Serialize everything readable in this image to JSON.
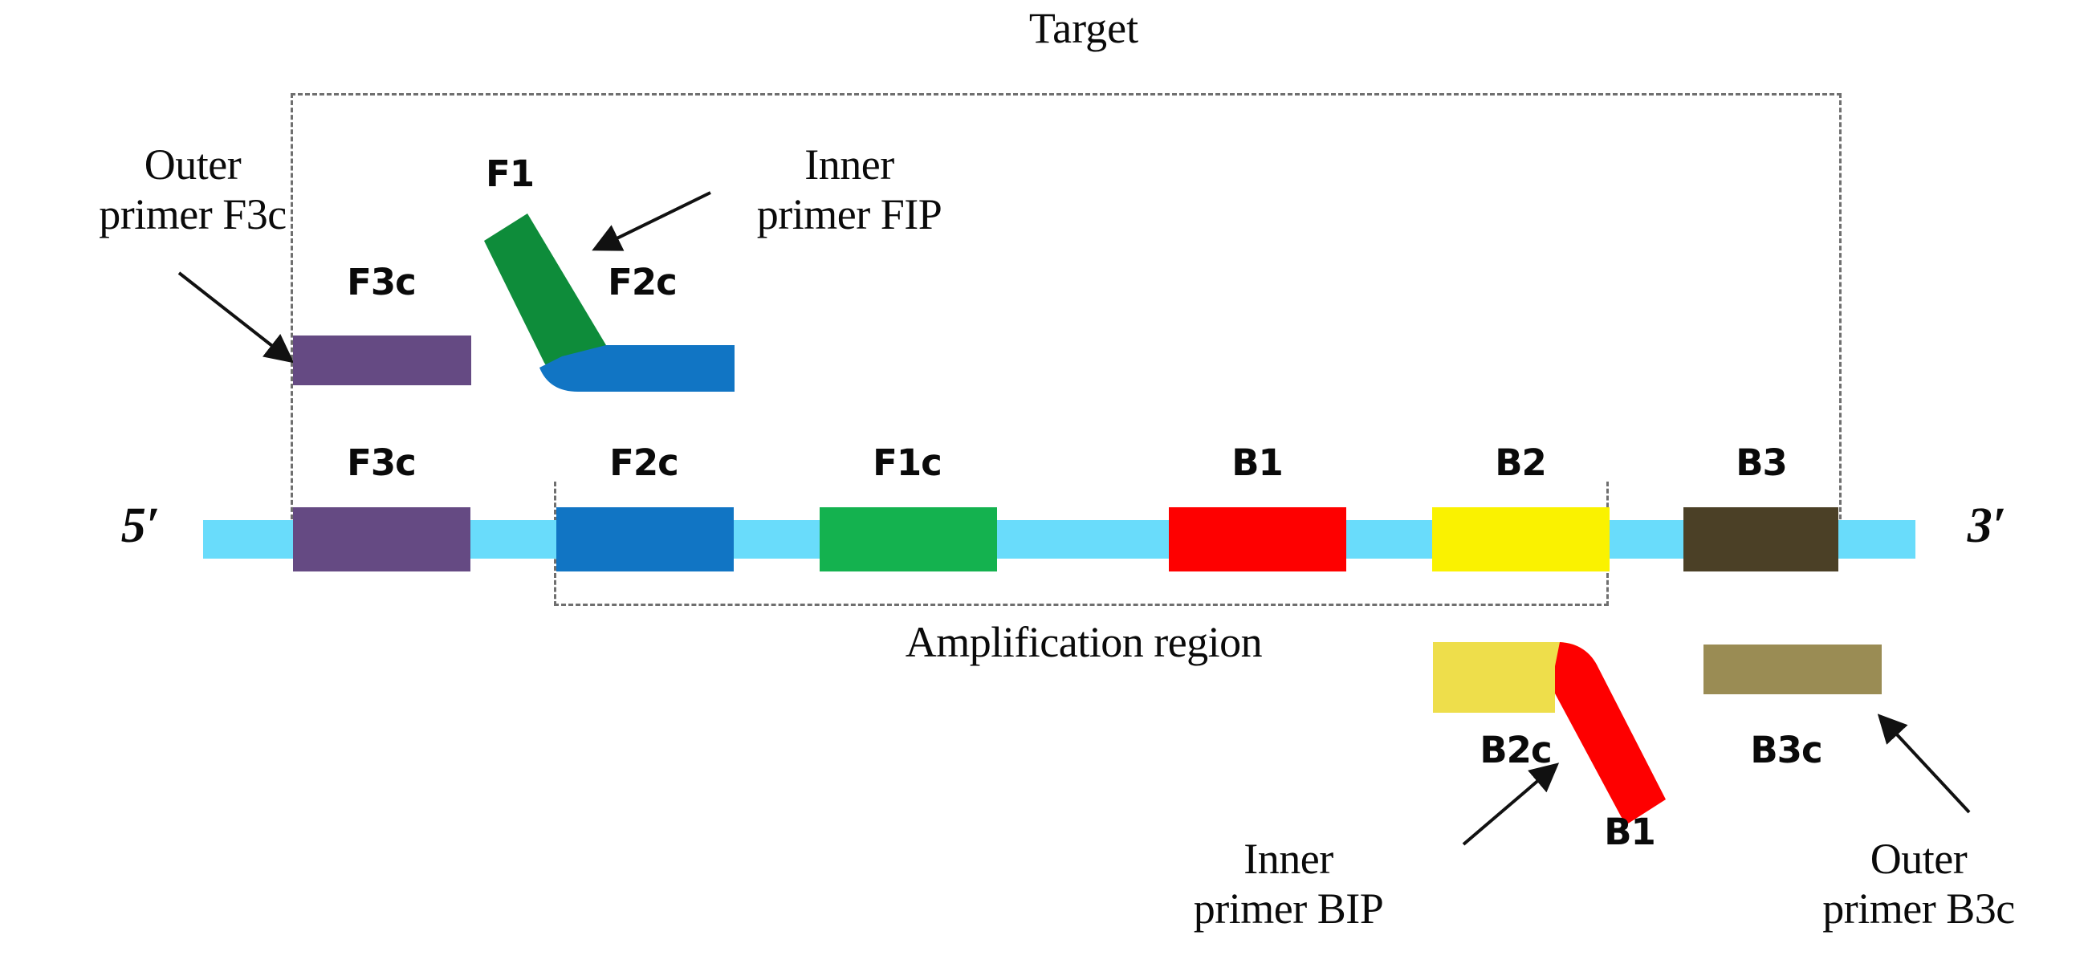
{
  "figure": {
    "title": "Target",
    "amplification_label": "Amplification region",
    "strand_ends": {
      "five_prime": "5′",
      "three_prime": "3′"
    }
  },
  "annotations": {
    "outer_primer_f3c": "Outer\nprimer F3c",
    "inner_primer_fip": "Inner\nprimer FIP",
    "inner_primer_bip": "Inner\nprimer BIP",
    "outer_primer_b3c": "Outer\nprimer B3c"
  },
  "fip_primer": {
    "arm_label": "F1",
    "tail_label": "F2c",
    "arm_color": "#0E8C3A",
    "tail_color": "#1175C4"
  },
  "bip_primer": {
    "arm_label": "B1",
    "tail_label": "B2c",
    "arm_color": "#FE0000",
    "tail_color": "#EEDE4B"
  },
  "outer_primers": {
    "f3c": {
      "label": "F3c",
      "color": "#654A83"
    },
    "b3c": {
      "label": "B3c",
      "color": "#9A8C54"
    }
  },
  "template_strand": {
    "backbone_color": "#69DCFB",
    "segments": [
      {
        "label": "F3c",
        "color": "#654A83"
      },
      {
        "label": "F2c",
        "color": "#1175C4"
      },
      {
        "label": "F1c",
        "color": "#14B24F"
      },
      {
        "label": "B1",
        "color": "#FE0000"
      },
      {
        "label": "B2",
        "color": "#FAF200"
      },
      {
        "label": "B3",
        "color": "#4B4026"
      }
    ]
  },
  "colors": {
    "dashed_border": "#6f6f6f",
    "text": "#0a0a0a",
    "background": "#ffffff"
  }
}
